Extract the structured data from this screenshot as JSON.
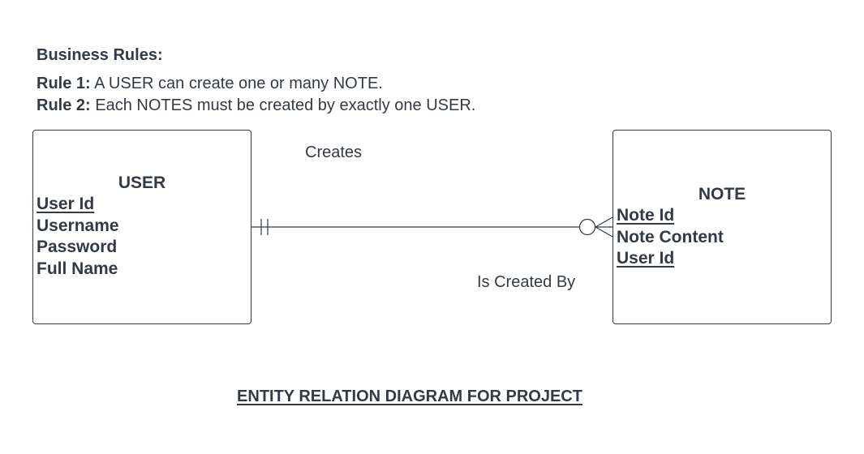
{
  "business_rules": {
    "heading": "Business Rules:",
    "rules": [
      {
        "label": "Rule 1:",
        "text": "A USER can create one or many NOTE."
      },
      {
        "label": "Rule 2:",
        "text": "Each NOTES must be created by exactly one USER."
      }
    ]
  },
  "entities": {
    "user": {
      "title": "USER",
      "attributes": [
        {
          "name": "User Id",
          "key": true
        },
        {
          "name": "Username",
          "key": false
        },
        {
          "name": "Password",
          "key": false
        },
        {
          "name": "Full Name",
          "key": false
        }
      ]
    },
    "note": {
      "title": "NOTE",
      "attributes": [
        {
          "name": "Note Id",
          "key": true
        },
        {
          "name": "Note Content",
          "key": false
        },
        {
          "name": "User Id",
          "key": true
        }
      ]
    }
  },
  "relationship": {
    "forward_label": "Creates",
    "reverse_label": "Is Created By",
    "user_cardinality": "exactly one",
    "note_cardinality": "zero or many"
  },
  "diagram_title": "ENTITY RELATION DIAGRAM FOR PROJECT",
  "colors": {
    "text": "#333a45",
    "line": "#333a45",
    "background": "#ffffff"
  }
}
